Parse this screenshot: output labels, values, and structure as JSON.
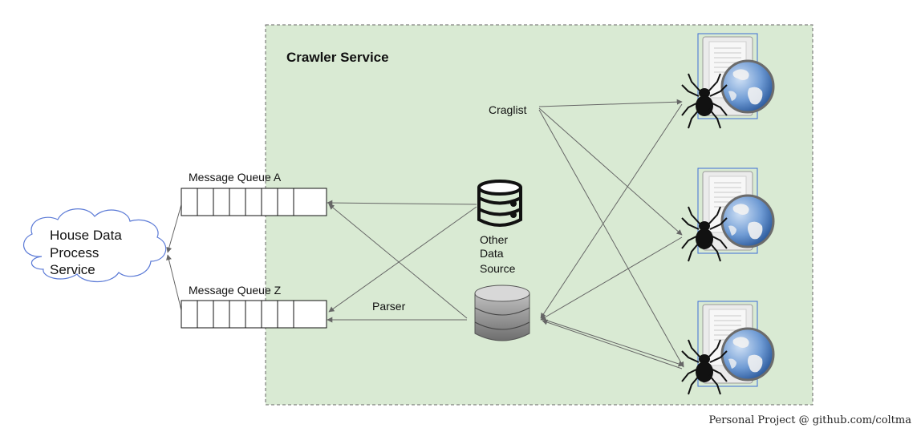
{
  "service_box": {
    "title": "Crawler Service",
    "fill": "#d9ead3",
    "border": "#666666"
  },
  "cloud": {
    "lines": [
      "House Data",
      "Process",
      "Service"
    ]
  },
  "queues": [
    {
      "label": "Message Queue A"
    },
    {
      "label": "Message Queue Z"
    }
  ],
  "nodes": {
    "craglist": "Craglist",
    "other_source": [
      "Other",
      "Data",
      "Source"
    ],
    "parser": "Parser"
  },
  "footer": "Personal Project @ github.com/coltma",
  "icons": [
    "database-icon",
    "database-server-icon",
    "web-server-icon",
    "spider-icon",
    "globe-icon",
    "cloud-shape"
  ],
  "colors": {
    "arrow": "#666666",
    "globe": "#4a7fc0",
    "server": "#e6e6e6"
  }
}
